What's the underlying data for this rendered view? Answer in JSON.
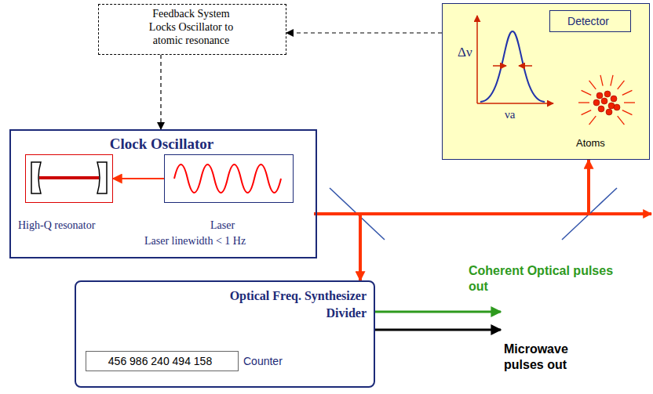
{
  "diagram": {
    "nodes": [
      {
        "text": [
          "Feedback System Locks Oscillator to atomic resonance"
        ]
      },
      {
        "text": [
          "Atoms"
        ]
      },
      {
        "text": [
          "Detector"
        ],
        "in": 1
      },
      {
        "text": [
          "Clock Oscillator",
          "Laser linewidth < 1 Hz"
        ]
      },
      {
        "text": [
          "High-Q resonator"
        ],
        "in": 3
      },
      {
        "text": [
          "Laser"
        ],
        "in": 3
      },
      {
        "text": [
          "Optical Freq. Synthesizer",
          "Divider"
        ]
      },
      {
        "text": [
          "456 986 240 494 158",
          "Counter"
        ],
        "in": 6
      }
    ],
    "edges": [
      {
        "from": 1,
        "to": 0,
        "arrow": "to"
      },
      {
        "from": 0,
        "to": 3,
        "arrow": "to"
      },
      {
        "from": 3,
        "to": 1,
        "arrow": "to"
      },
      {
        "from": 3,
        "to": 6,
        "arrow": "to"
      },
      {
        "from": 5,
        "to": 4,
        "arrow": "to"
      }
    ],
    "labels": [
      "Δν",
      "νa",
      "Coherent Optical pulses out",
      "Microwave pulses out"
    ]
  }
}
